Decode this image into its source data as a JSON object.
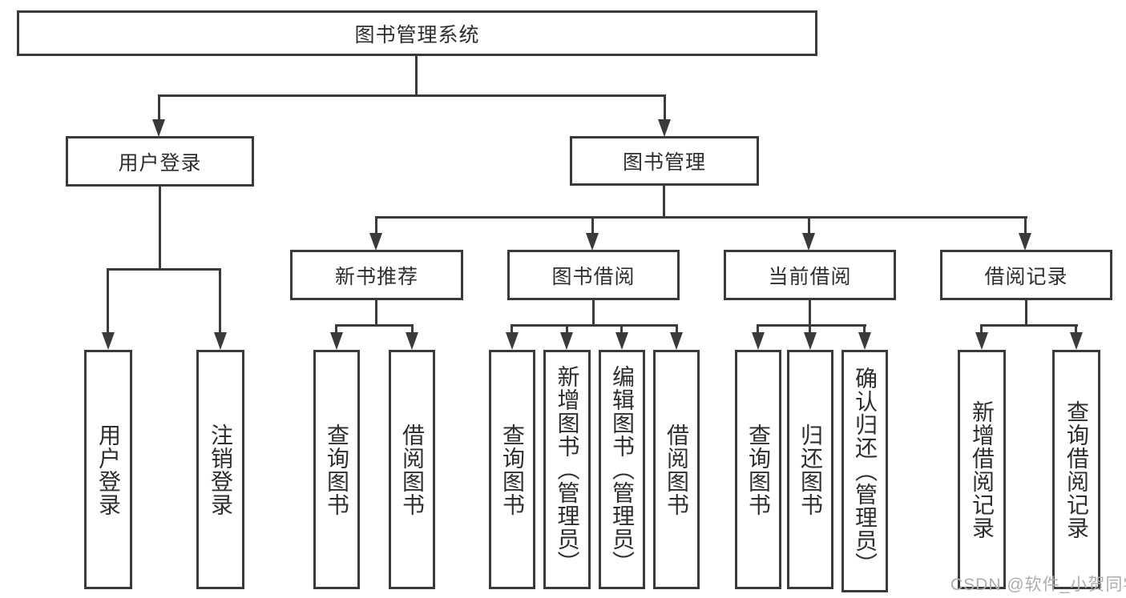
{
  "diagram": {
    "type": "hierarchy",
    "root": {
      "label": "图书管理系统"
    },
    "level2": {
      "user_login": {
        "label": "用户登录"
      },
      "book_mgmt": {
        "label": "图书管理"
      }
    },
    "level3": {
      "new_book_rec": {
        "label": "新书推荐"
      },
      "book_borrow": {
        "label": "图书借阅"
      },
      "current_borrow": {
        "label": "当前借阅"
      },
      "borrow_records": {
        "label": "借阅记录"
      }
    },
    "leaves": {
      "user_login": {
        "label": "用户登录"
      },
      "logout": {
        "label": "注销登录"
      },
      "rec_query": {
        "label": "查询图书"
      },
      "rec_borrow": {
        "label": "借阅图书"
      },
      "bor_query": {
        "label": "查询图书"
      },
      "bor_add": {
        "label": "新增图书（管理员）"
      },
      "bor_edit": {
        "label": "编辑图书（管理员）"
      },
      "bor_borrow": {
        "label": "借阅图书"
      },
      "cur_query": {
        "label": "查询图书"
      },
      "cur_return": {
        "label": "归还图书"
      },
      "cur_confirm": {
        "label": "确认归还（管理员）"
      },
      "rcd_add": {
        "label": "新增借阅记录"
      },
      "rcd_query": {
        "label": "查询借阅记录"
      }
    },
    "edges": [
      [
        "图书管理系统",
        "用户登录"
      ],
      [
        "图书管理系统",
        "图书管理"
      ],
      [
        "用户登录",
        "用户登录(叶)"
      ],
      [
        "用户登录",
        "注销登录"
      ],
      [
        "图书管理",
        "新书推荐"
      ],
      [
        "图书管理",
        "图书借阅"
      ],
      [
        "图书管理",
        "当前借阅"
      ],
      [
        "图书管理",
        "借阅记录"
      ],
      [
        "新书推荐",
        "查询图书"
      ],
      [
        "新书推荐",
        "借阅图书"
      ],
      [
        "图书借阅",
        "查询图书"
      ],
      [
        "图书借阅",
        "新增图书（管理员）"
      ],
      [
        "图书借阅",
        "编辑图书（管理员）"
      ],
      [
        "图书借阅",
        "借阅图书"
      ],
      [
        "当前借阅",
        "查询图书"
      ],
      [
        "当前借阅",
        "归还图书"
      ],
      [
        "当前借阅",
        "确认归还（管理员）"
      ],
      [
        "借阅记录",
        "新增借阅记录"
      ],
      [
        "借阅记录",
        "查询借阅记录"
      ]
    ]
  },
  "watermark": {
    "text": "CSDN @软件_小贺同学"
  },
  "colors": {
    "line": "#3a3a3a",
    "text": "#2e2e2e",
    "box_background": "#ffffff",
    "page_background": "#ffffff",
    "watermark": "#adadad"
  }
}
